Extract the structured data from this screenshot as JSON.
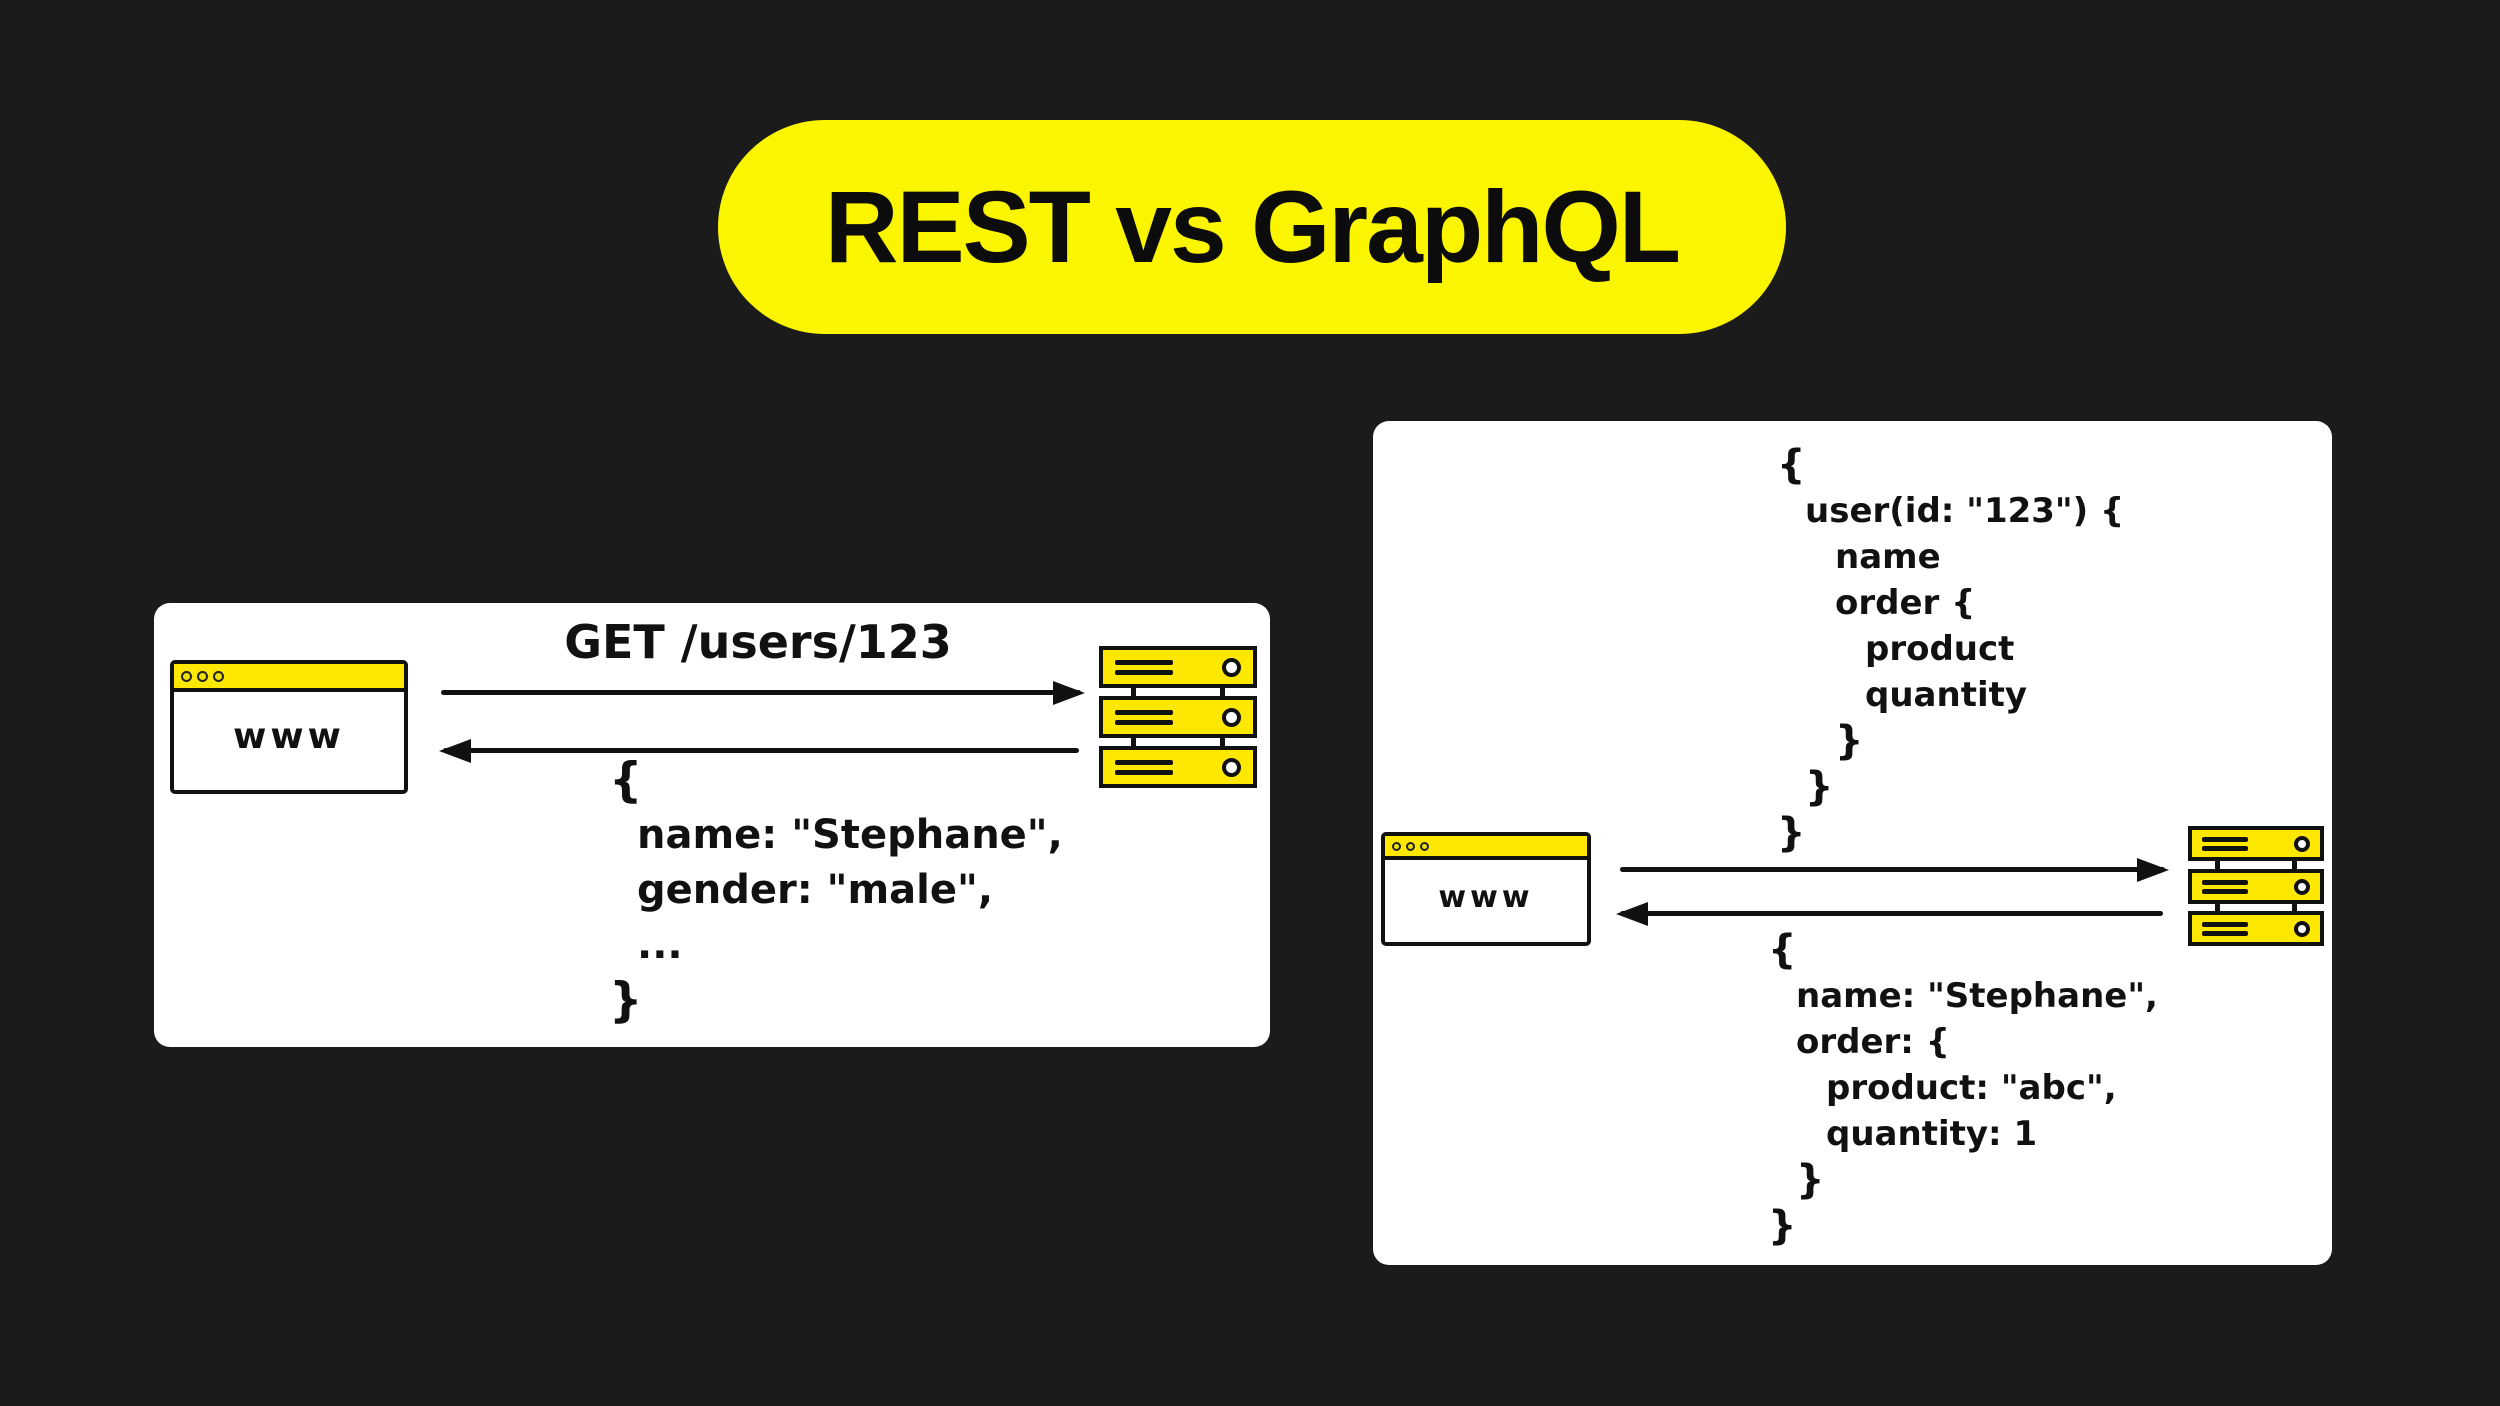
{
  "title": "REST vs GraphQL",
  "colors": {
    "background": "#1B1B1B",
    "panel": "#FFFFFF",
    "accent_yellow": "#FFE800",
    "title_pill_yellow": "#FBF500",
    "ink": "#111111"
  },
  "icons": {
    "client": "browser-window with traffic-light dots",
    "backend": "three-unit server rack with indicator leds"
  },
  "rest_panel": {
    "request_label": "GET /users/123",
    "client_label": "www",
    "response_lines": [
      {
        "text": "{",
        "indent": 0
      },
      {
        "text": "name: \"Stephane\",",
        "indent": 1
      },
      {
        "text": "gender: \"male\",",
        "indent": 1
      },
      {
        "text": "...",
        "indent": 1
      },
      {
        "text": "}",
        "indent": 0
      }
    ]
  },
  "graphql_panel": {
    "client_label": "www",
    "query_lines": [
      {
        "text": "{",
        "indent": 0
      },
      {
        "text": "user(id: \"123\") {",
        "indent": 1
      },
      {
        "text": "name",
        "indent": 2
      },
      {
        "text": "order {",
        "indent": 2
      },
      {
        "text": "product",
        "indent": 3
      },
      {
        "text": "quantity",
        "indent": 3
      },
      {
        "text": "}",
        "indent": 2
      },
      {
        "text": "}",
        "indent": 1
      },
      {
        "text": "}",
        "indent": 0
      }
    ],
    "response_lines": [
      {
        "text": "{",
        "indent": 0
      },
      {
        "text": "name: \"Stephane\",",
        "indent": 1
      },
      {
        "text": "order: {",
        "indent": 1
      },
      {
        "text": "product: \"abc\",",
        "indent": 2
      },
      {
        "text": "quantity: 1",
        "indent": 2
      },
      {
        "text": "}",
        "indent": 1
      },
      {
        "text": "}",
        "indent": 0
      }
    ]
  }
}
